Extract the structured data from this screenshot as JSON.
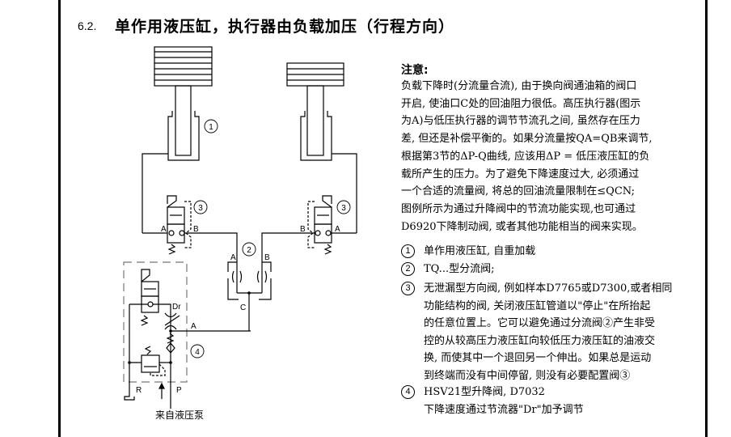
{
  "section": {
    "number": "6.2.",
    "title": "单作用液压缸，执行器由负载加压（行程方向）"
  },
  "notes": {
    "heading": "注意:",
    "lines": [
      "负载下降时(分流量合流), 由于换向阀通油箱的阀口",
      "开启, 使油口C处的回油阻力很低。高压执行器(图示",
      "为A)与低压执行器的调节节流孔之间, 虽然存在压力",
      "差, 但还是补偿平衡的。如果分流量按QA=QB来调节,",
      "根据第3节的ΔP-Q曲线, 应该用ΔP = 低压液压缸的负",
      "载所产生的压力。为了避免下降速度过大, 必须通过",
      "一个合适的流量阀, 将总的回油流量限制在≤QCN;",
      "图例所示为通过升降阀中的节流功能实现,也可通过",
      "D6920下降制动阀, 或者其他功能相当的阀来实现。"
    ]
  },
  "legend": [
    {
      "num": "1",
      "lines": [
        "单作用液压缸, 自重加载"
      ]
    },
    {
      "num": "2",
      "lines": [
        "TQ...型分流阀;"
      ]
    },
    {
      "num": "3",
      "lines": [
        "无泄漏型方向阀, 例如样本D7765或D7300,或者相同",
        "功能结构的阀, 关闭液压缸管道以\"停止\"在所抬起",
        "的任意位置上。它可以避免通过分流阀②产生非受",
        "控的从较高压力液压缸向较低压力液压缸的油液交",
        "换, 而使其中一个退回另一个伸出。如果总是运动",
        "到终端而没有中间停留, 则没有必要配置阀③"
      ]
    },
    {
      "num": "4",
      "lines": [
        "HSV21型升降阀, D7032",
        "下降速度通过节流器\"Dr\"加予调节"
      ]
    }
  ],
  "diagram": {
    "callouts": [
      "1",
      "2",
      "3",
      "3",
      "4"
    ],
    "port_labels": {
      "left_valve_a": "A",
      "left_valve_b": "B",
      "right_valve_b": "B",
      "right_valve_a": "A",
      "divider_a": "A",
      "divider_b": "B",
      "divider_c": "C",
      "lift_dr": "Dr",
      "lift_a": "A",
      "lift_r": "R",
      "lift_p": "P"
    },
    "pump_label": "来自液压泵"
  }
}
